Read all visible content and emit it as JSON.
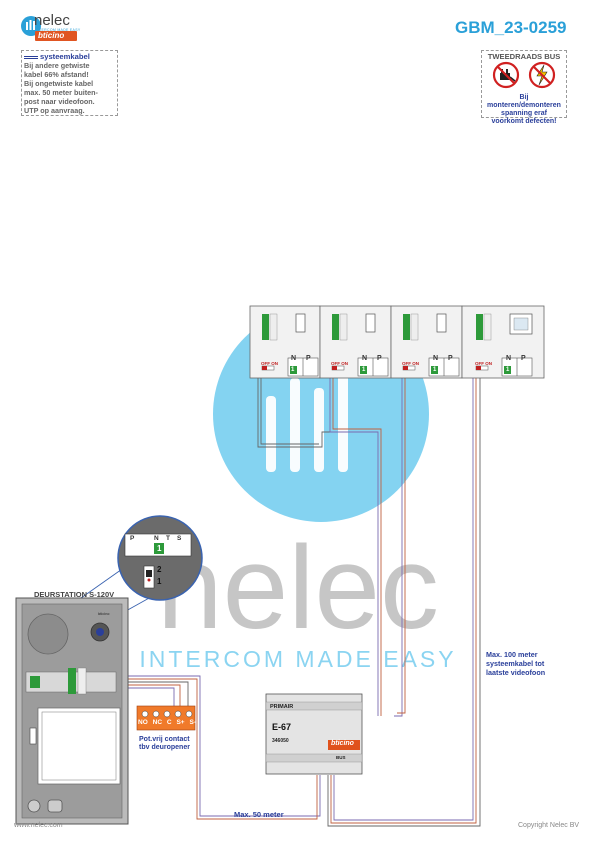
{
  "brand": {
    "name": "nelec",
    "tagline": "INTERCOM MADE EASY",
    "sub_brand": "bticino",
    "watermark_name": "nelec",
    "watermark_tagline": "INTERCOM MADE EASY",
    "accent_color": "#2aa0d8",
    "watermark_circle_color": "#5cc3ea"
  },
  "document_code": "GBM_23-0259",
  "legend_note": {
    "heading": "systeemkabel",
    "lines": [
      "Bij andere getwiste",
      "kabel 66% afstand!",
      "Bij ongetwiste kabel",
      "max. 50 meter buiten-",
      "post naar videofoon.",
      "UTP op aanvraag."
    ]
  },
  "warning": {
    "title": "TWEEDRAADS BUS",
    "lines": [
      "Bij monteren/demonteren",
      "spanning eraf",
      "voorkomt defecten!"
    ],
    "icons": [
      "no-plug-icon",
      "no-lightning-icon"
    ]
  },
  "monitors": {
    "count": 4,
    "terminal_labels": [
      "N",
      "P"
    ],
    "jumper_value": "1",
    "switch_label": "OFF ON"
  },
  "zoom_detail": {
    "terminal_labels": [
      "P",
      "N",
      "T",
      "S"
    ],
    "jumper_value": "1",
    "switch_positions": [
      "2",
      "1"
    ]
  },
  "door_station": {
    "title": "DEURSTATION S-120V",
    "brand_mark": "bticino"
  },
  "relay": {
    "terminals": [
      "NO",
      "NC",
      "C",
      "S+",
      "S-"
    ],
    "caption_lines": [
      "Pot.vrij contact",
      "tbv deuropener"
    ]
  },
  "power_supply": {
    "primary_label": "PRIMAIR",
    "model": "E-67",
    "part_number": "346050",
    "brand": "bticino",
    "output_label": "BUS"
  },
  "distances": {
    "door_to_psu": "Max. 50 meter",
    "psu_to_monitor_lines": [
      "Max. 100 meter",
      "systeemkabel tot",
      "laatste videofoon"
    ]
  },
  "footer": {
    "website": "www.nelec.com",
    "copyright": "Copyright Nelec BV"
  }
}
